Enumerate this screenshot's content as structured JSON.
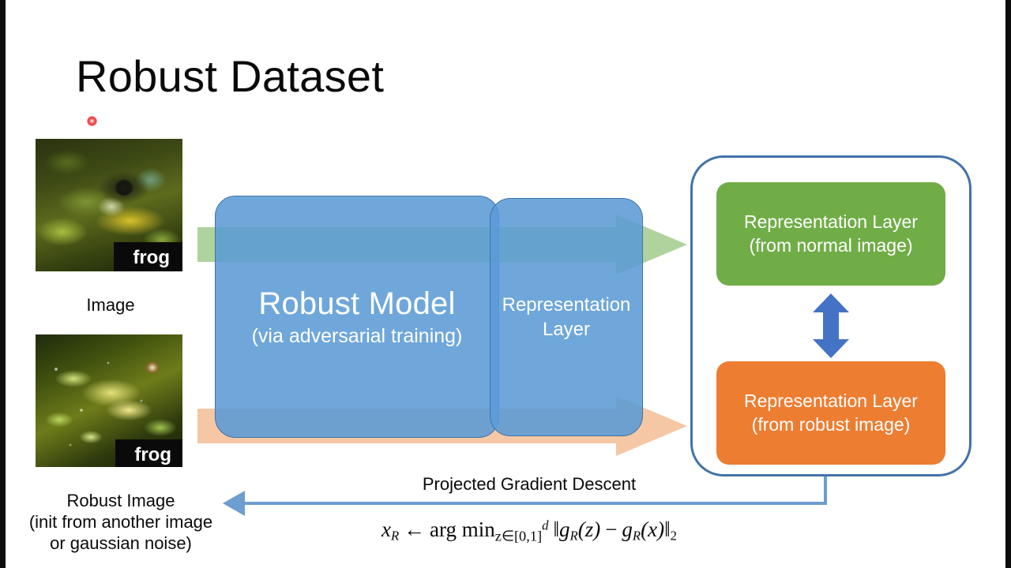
{
  "slide": {
    "title": "Robust Dataset",
    "background_color": "#ffffff"
  },
  "pointer": {
    "name": "laser-pointer-dot",
    "color": "#e23b3b"
  },
  "inputs": [
    {
      "id": "normal-image",
      "badge_label": "frog",
      "caption": "Image"
    },
    {
      "id": "robust-image",
      "badge_label": "frog",
      "caption": "Robust Image\n(init from another image\nor gaussian noise)",
      "caption_line_1": "Robust Image",
      "caption_line_2": "(init from another image",
      "caption_line_3": "or gaussian noise)"
    }
  ],
  "model": {
    "title": "Robust Model",
    "subtitle": "(via adversarial training)",
    "color": "#5B9BD5",
    "representation_layer": {
      "line_1": "Representation",
      "line_2": "Layer"
    }
  },
  "arrows": {
    "top_flow_color": "#a9cf96",
    "bottom_flow_color": "#f4c4a0",
    "compare_arrow_color": "#4472c4",
    "feedback_arrow_color": "#6d9dd1"
  },
  "representations": {
    "container_border_color": "#4472a8",
    "normal": {
      "line_1": "Representation Layer",
      "line_2": "(from normal image)",
      "color": "#70AD47"
    },
    "robust": {
      "line_1": "Representation Layer",
      "line_2": "(from robust image)",
      "color": "#ED7D31"
    }
  },
  "feedback": {
    "label": "Projected Gradient Descent",
    "formula_plain": "x_R <- arg min_{z in [0,1]^d} ||g_R(z) - g_R(x)||_2",
    "formula_parts": {
      "lhs_var": "x",
      "lhs_sub": "R",
      "arrow": "←",
      "argmin": "arg min",
      "condition": "z∈[0,1]",
      "condition_sup": "d",
      "norm_open": "‖",
      "g1": "g",
      "g1_sub": "R",
      "arg1": "(z)",
      "minus": "−",
      "g2": "g",
      "g2_sub": "R",
      "arg2": "(x)",
      "norm_close": "‖",
      "norm_sub": "2"
    }
  }
}
